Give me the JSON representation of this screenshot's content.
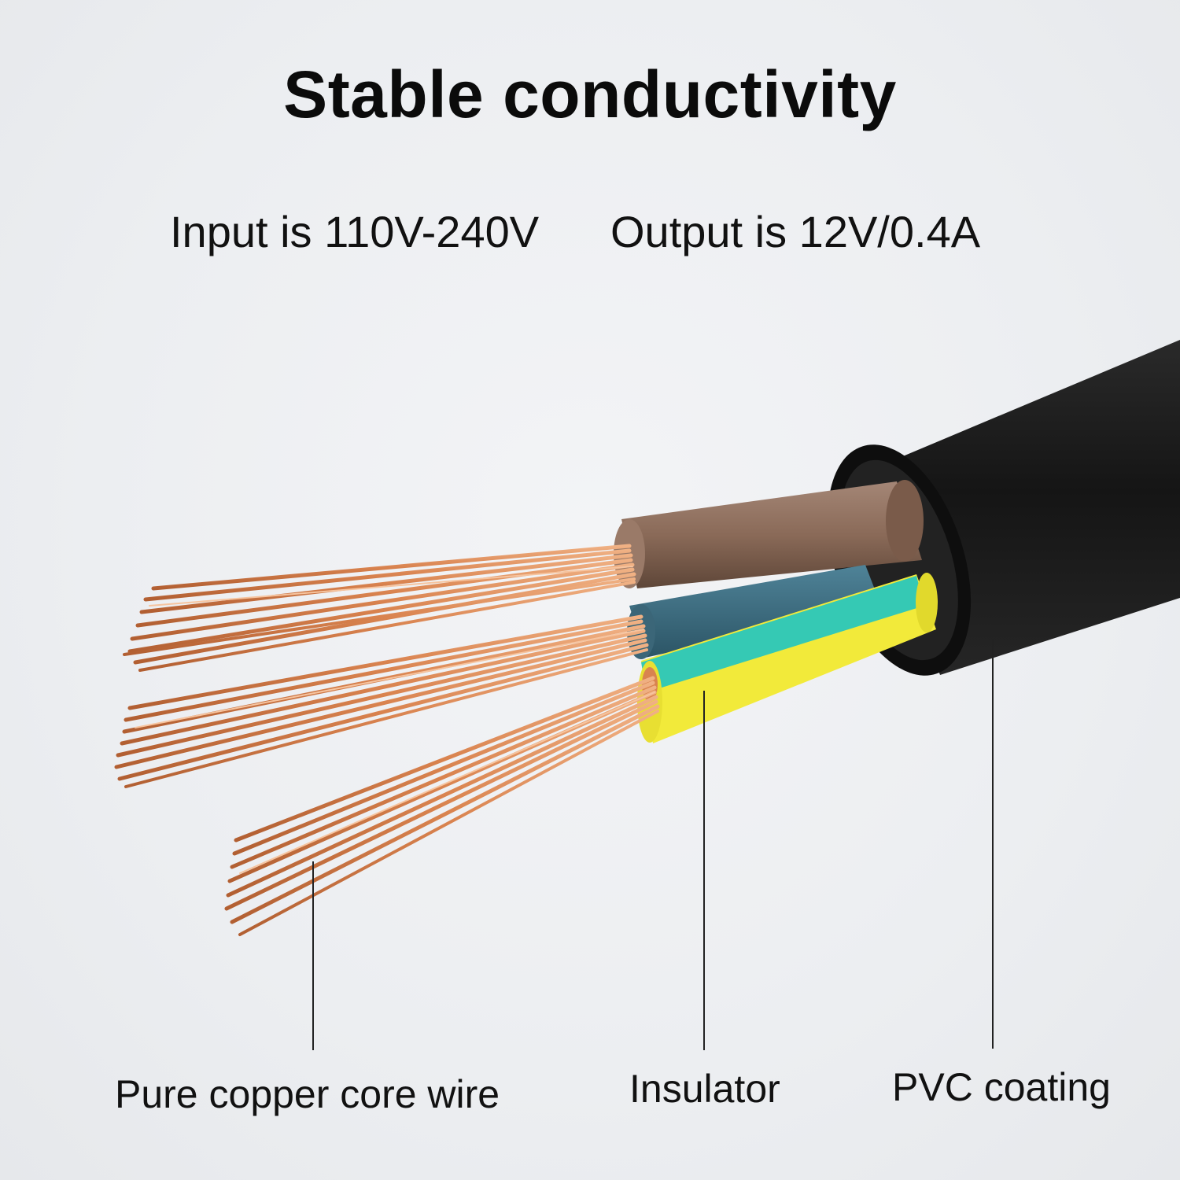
{
  "title": "Stable conductivity",
  "specs": {
    "input": "Input is 110V-240V",
    "output": "Output is 12V/0.4A"
  },
  "labels": {
    "copper": "Pure copper core wire",
    "insulator": "Insulator",
    "pvc": "PVC coating"
  },
  "colors": {
    "background": "#eef0f2",
    "jacket": "#1b1b1b",
    "brown_insulation": "#8a6a58",
    "blue_insulation": "#3f6f82",
    "earth_yellow": "#f2ea3a",
    "earth_green": "#35c9b4",
    "copper": "#d9834f"
  }
}
